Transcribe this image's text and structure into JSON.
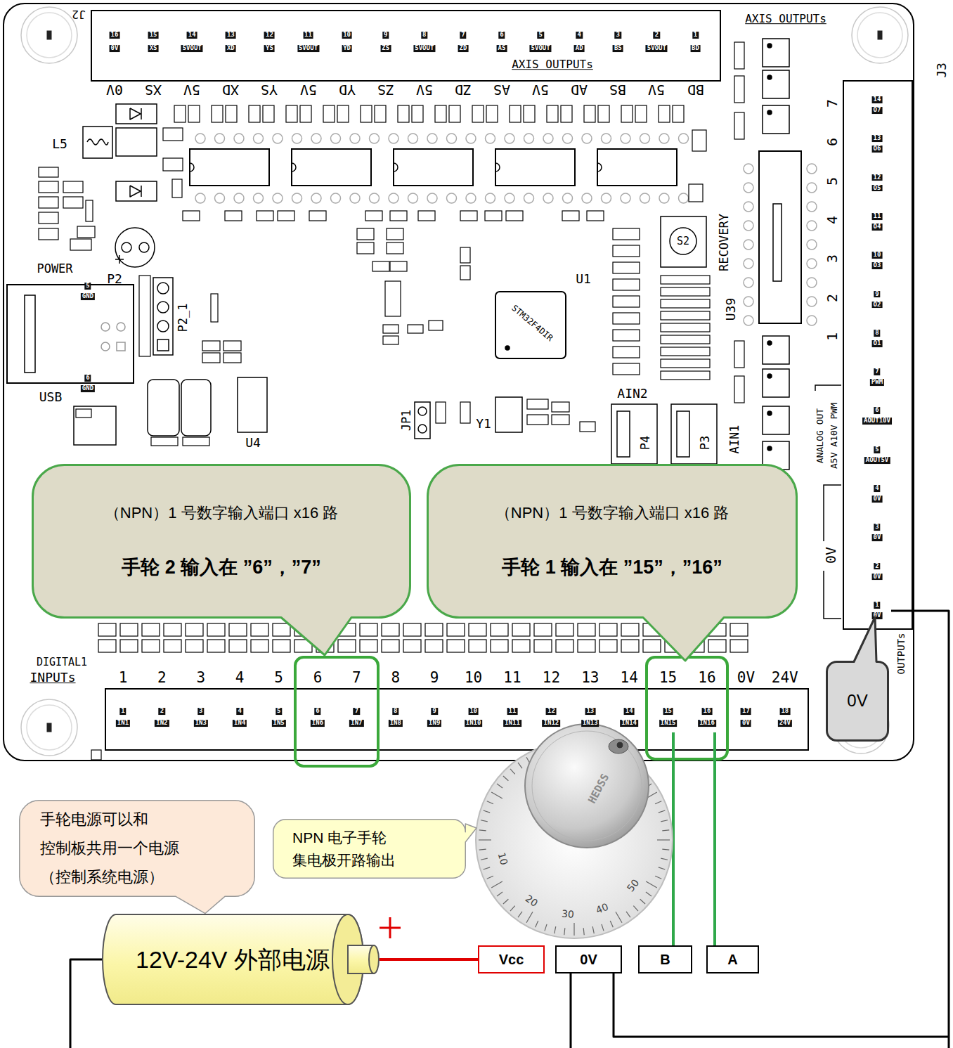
{
  "diagram": {
    "nodes": [
      {
        "text": [
          "（NPN）1 号数字输入端口 x16 路",
          "手轮 2 输入在 ”6”，”7”"
        ]
      },
      {
        "text": [
          "（NPN）1 号数字输入端口 x16 路",
          "手轮 1 输入在 ”15”，”16”"
        ]
      },
      {
        "text": [
          "0V"
        ]
      },
      {
        "text": [
          "手轮电源可以和 控制板共用一个电源 （控制系统电源）"
        ]
      },
      {
        "text": [
          "NPN 电子手轮 集电极开路输出"
        ]
      },
      {
        "text": [
          "12V-24V 外部电源"
        ]
      },
      {
        "text": [
          "Vcc"
        ]
      },
      {
        "text": [
          "0V"
        ]
      },
      {
        "text": [
          "B"
        ]
      },
      {
        "text": [
          "A"
        ]
      }
    ],
    "edges": [
      {
        "from": 5,
        "to": 6,
        "arrow": "none"
      }
    ],
    "labels": [
      "J2",
      "AXIS OUTPUTs",
      "16",
      "0V",
      "15",
      "XS",
      "14",
      "5VOUT",
      "13",
      "XD",
      "12",
      "YS",
      "11",
      "5VOUT",
      "10",
      "YD",
      "9",
      "ZS",
      "8",
      "5VOUT",
      "7",
      "ZD",
      "6",
      "AS",
      "5",
      "5VOUT",
      "4",
      "AD",
      "3",
      "BS",
      "2",
      "5VOUT",
      "1",
      "BD",
      "AXIS OUTPUTs",
      "0V",
      "XS",
      "5V",
      "XD",
      "YS",
      "5V",
      "YD",
      "ZS",
      "5V",
      "ZD",
      "AS",
      "5V",
      "AD",
      "BS",
      "5V",
      "BD",
      "L5",
      "POWER",
      "P2",
      "P2_1",
      "5",
      "GND",
      "6",
      "GND",
      "USB",
      "U4",
      "JP1",
      "Y1",
      "U1",
      "STM32F4DIR",
      "U39",
      "RECOVERY",
      "S2",
      "AIN2",
      "P4",
      "P3",
      "AIN1",
      "J3",
      "7",
      "6",
      "5",
      "4",
      "3",
      "2",
      "1",
      "14",
      "O7",
      "13",
      "O6",
      "12",
      "O5",
      "11",
      "O4",
      "10",
      "O3",
      "9",
      "O2",
      "8",
      "O1",
      "7",
      "PWM",
      "6",
      "AOUT10V",
      "5",
      "AOUT5V",
      "4",
      "0V",
      "3",
      "0V",
      "2",
      "0V",
      "1",
      "0V",
      "ANALOG OUT",
      "A5V A10V PWM",
      "0V",
      "OUTPUTs",
      "DIGITAL1",
      "INPUTs",
      "1",
      "2",
      "3",
      "4",
      "5",
      "6",
      "7",
      "8",
      "9",
      "10",
      "11",
      "12",
      "13",
      "14",
      "15",
      "16",
      "0V",
      "24V",
      "1",
      "IN1",
      "2",
      "IN2",
      "3",
      "IN3",
      "4",
      "IN4",
      "5",
      "IN5",
      "6",
      "IN6",
      "7",
      "IN7",
      "8",
      "IN8",
      "9",
      "IN9",
      "10",
      "IN10",
      "11",
      "IN11",
      "12",
      "IN12",
      "13",
      "IN13",
      "14",
      "IN14",
      "15",
      "IN15",
      "16",
      "IN16",
      "17",
      "0V",
      "18",
      "24V",
      "HEDSS",
      "10",
      "20",
      "30",
      "40",
      "50"
    ]
  }
}
